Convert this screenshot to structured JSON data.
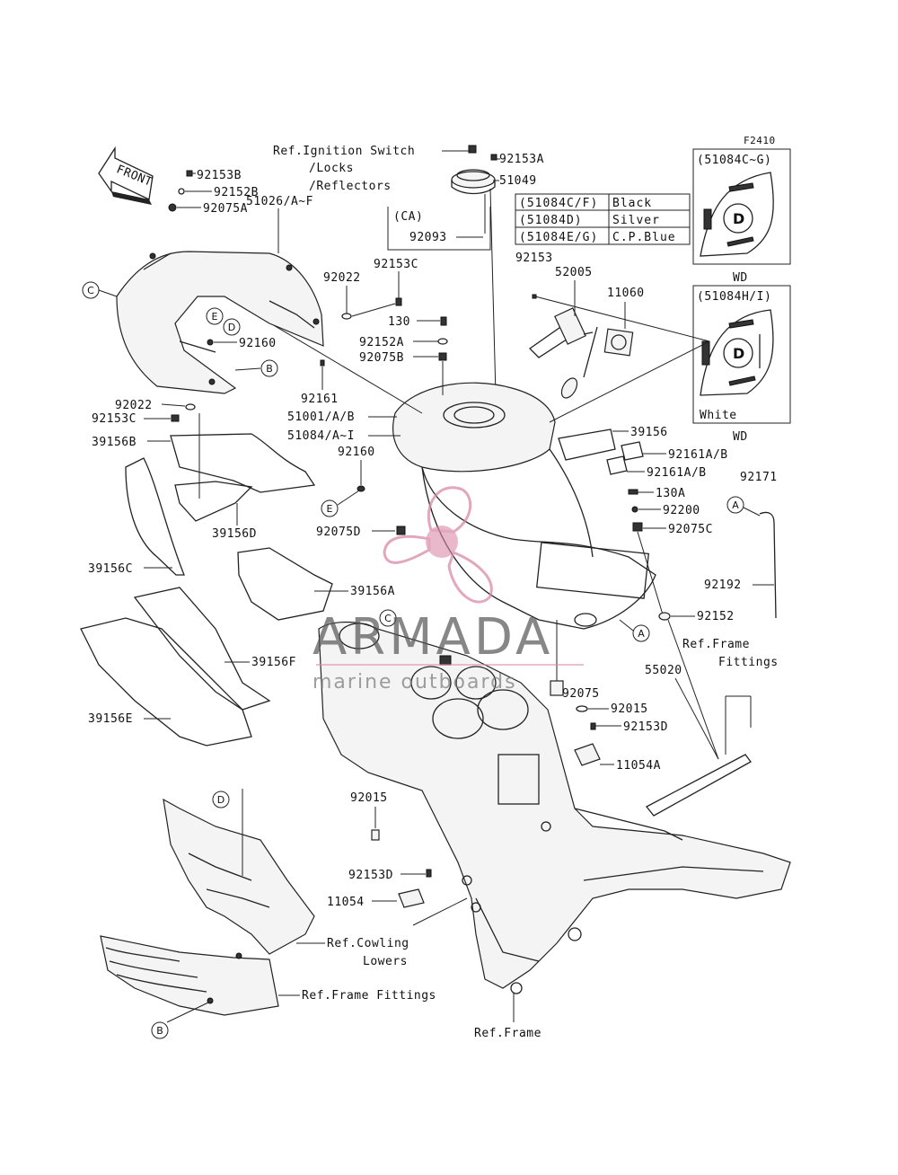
{
  "figure_code": "F2410",
  "front_label": "FRONT",
  "ref_notes": {
    "ignition": "Ref.Ignition Switch",
    "locks": "/Locks",
    "reflectors": "/Reflectors",
    "ca": "(CA)",
    "frame_fittings_right_1": "Ref.Frame",
    "frame_fittings_right_2": "Fittings",
    "cowling_lowers_1": "Ref.Cowling",
    "cowling_lowers_2": "Lowers",
    "frame_fittings_bottom": "Ref.Frame Fittings",
    "frame": "Ref.Frame"
  },
  "color_table": [
    {
      "code": "(51084C/F)",
      "color": "Black"
    },
    {
      "code": "(51084D)",
      "color": "Silver"
    },
    {
      "code": "(51084E/G)",
      "color": "C.P.Blue"
    }
  ],
  "insets": {
    "top_code": "(51084C~G)",
    "top_caption": "WD",
    "bottom_code": "(51084H/I)",
    "bottom_color": "White",
    "bottom_caption": "WD"
  },
  "part_labels": {
    "p92153B": "92153B",
    "p92152B": "92152B",
    "p92075A": "92075A",
    "p51026": "51026/A~F",
    "p92022_top": "92022",
    "p92153C_top": "92153C",
    "p130": "130",
    "p92152A": "92152A",
    "p92075B": "92075B",
    "p92160_top": "92160",
    "p92161": "92161",
    "p92022_left": "92022",
    "p92153C_left": "92153C",
    "p51001": "51001/A/B",
    "p51084": "51084/A~I",
    "p92160_mid": "92160",
    "p39156B": "39156B",
    "p39156D": "39156D",
    "p39156C": "39156C",
    "p92075D": "92075D",
    "p39156A": "39156A",
    "p39156F": "39156F",
    "p39156E": "39156E",
    "p92153A": "92153A",
    "p51049": "51049",
    "p92093": "92093",
    "p92153": "92153",
    "p52005": "52005",
    "p11060": "11060",
    "p39156": "39156",
    "p92161AB_1": "92161A/B",
    "p92161AB_2": "92161A/B",
    "p92171": "92171",
    "p130A": "130A",
    "p92200": "92200",
    "p92075C": "92075C",
    "p92192": "92192",
    "p92152": "92152",
    "p55020": "55020",
    "p92075": "92075",
    "p92015_right": "92015",
    "p92153D_right": "92153D",
    "p11054A": "11054A",
    "p92015_left": "92015",
    "p92153D_left": "92153D",
    "p11054": "11054"
  },
  "callouts": {
    "A": "A",
    "B": "B",
    "C": "C",
    "D": "D",
    "E": "E"
  },
  "watermark": {
    "brand": "ARMADA",
    "sub": "marine outboards",
    "accent_color": "#d98aa8"
  }
}
